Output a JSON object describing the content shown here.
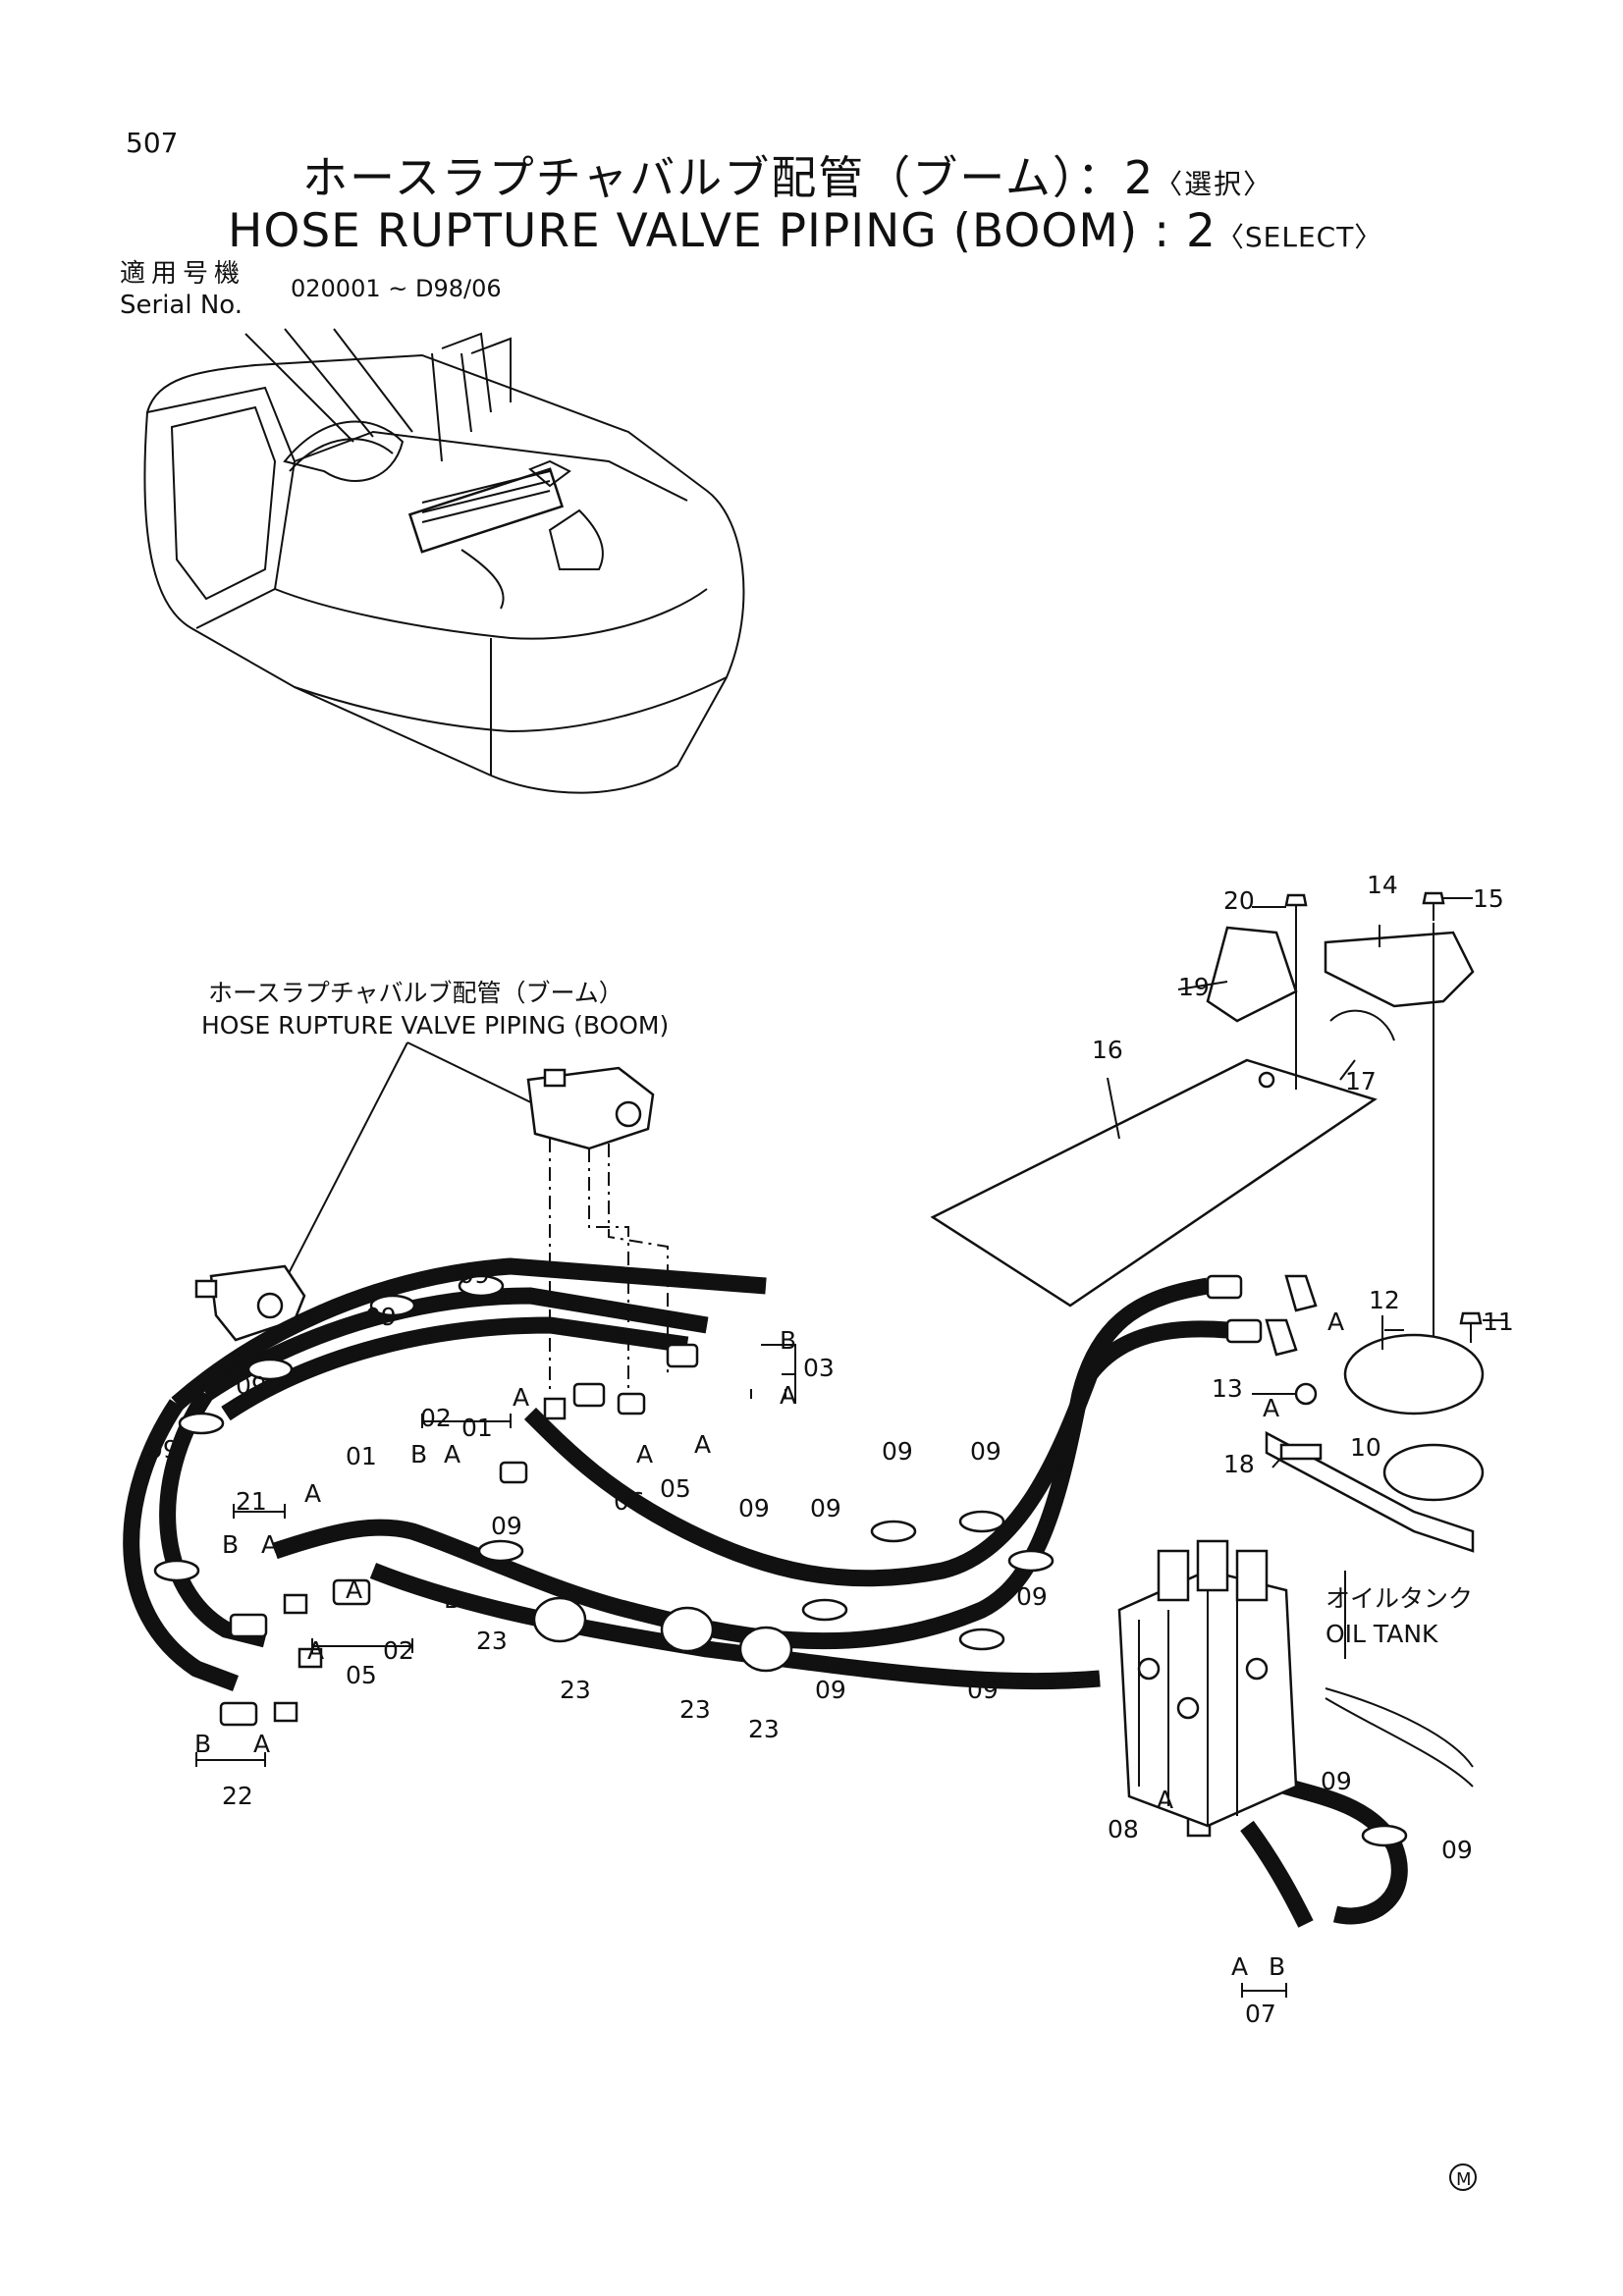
{
  "header": {
    "page_number": "507",
    "title_jp": "ホースラプチャバルブ配管（ブーム）：2",
    "title_jp_select": "〈選択〉",
    "title_en": "HOSE RUPTURE VALVE PIPING (BOOM) : 2",
    "title_en_select": "〈SELECT〉"
  },
  "serial": {
    "label_jp": "適用号機",
    "label_en": "Serial No.",
    "value": "020001 ~ D98/06"
  },
  "callout_hrv": {
    "jp": "ホースラプチャバルブ配管（ブーム）",
    "en": "HOSE RUPTURE VALVE PIPING (BOOM)"
  },
  "oil_tank": {
    "jp": "オイルタンク",
    "en": "OIL TANK"
  },
  "parts": {
    "p01": "01",
    "p02": "02",
    "p03": "03",
    "p05": "05",
    "p06": "06",
    "p07": "07",
    "p08": "08",
    "p09": "09",
    "p10": "10",
    "p11": "11",
    "p12": "12",
    "p13": "13",
    "p14": "14",
    "p15": "15",
    "p16": "16",
    "p17": "17",
    "p18": "18",
    "p19": "19",
    "p20": "20",
    "p21": "21",
    "p22": "22",
    "p23": "23"
  },
  "ports": {
    "a": "A",
    "b": "B"
  },
  "mark": "M",
  "icons": {
    "bolt": "bolt-icon",
    "m_mark": "m-mark-icon"
  }
}
